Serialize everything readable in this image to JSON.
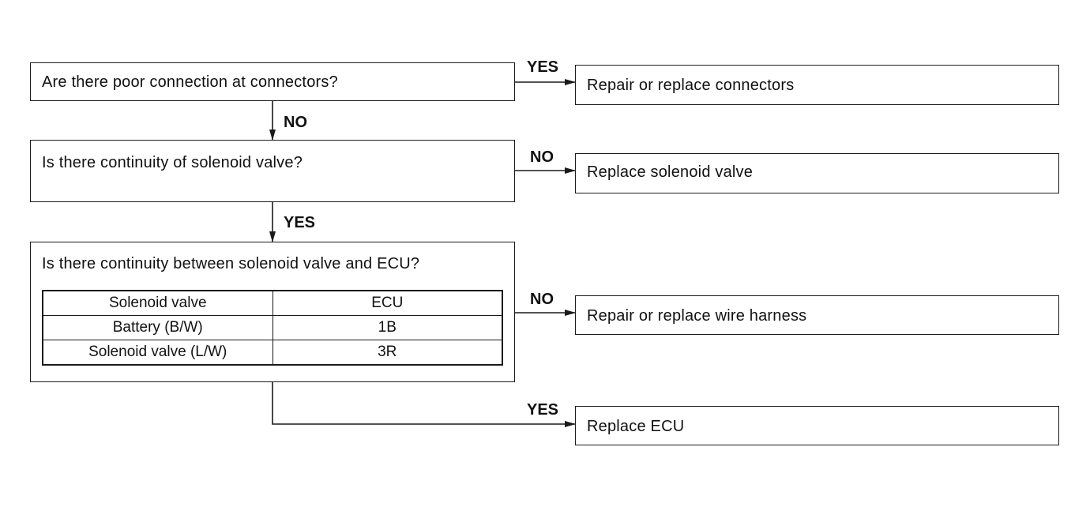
{
  "steps": {
    "q1": "Are there poor connection at connectors?",
    "q2": "Is there continuity of solenoid valve?",
    "q3": "Is there continuity between solenoid valve and ECU?"
  },
  "actions": {
    "a1": "Repair or replace connectors",
    "a2": "Replace solenoid valve",
    "a3": "Repair or replace wire harness",
    "a4": "Replace ECU"
  },
  "edges": {
    "q1_yes": "YES",
    "q1_no": "NO",
    "q2_no": "NO",
    "q2_yes": "YES",
    "q3_no": "NO",
    "q3_yes": "YES"
  },
  "table": {
    "header": [
      "Solenoid valve",
      "ECU"
    ],
    "rows": [
      [
        "Battery (B/W)",
        "1B"
      ],
      [
        "Solenoid valve (L/W)",
        "3R"
      ]
    ]
  }
}
